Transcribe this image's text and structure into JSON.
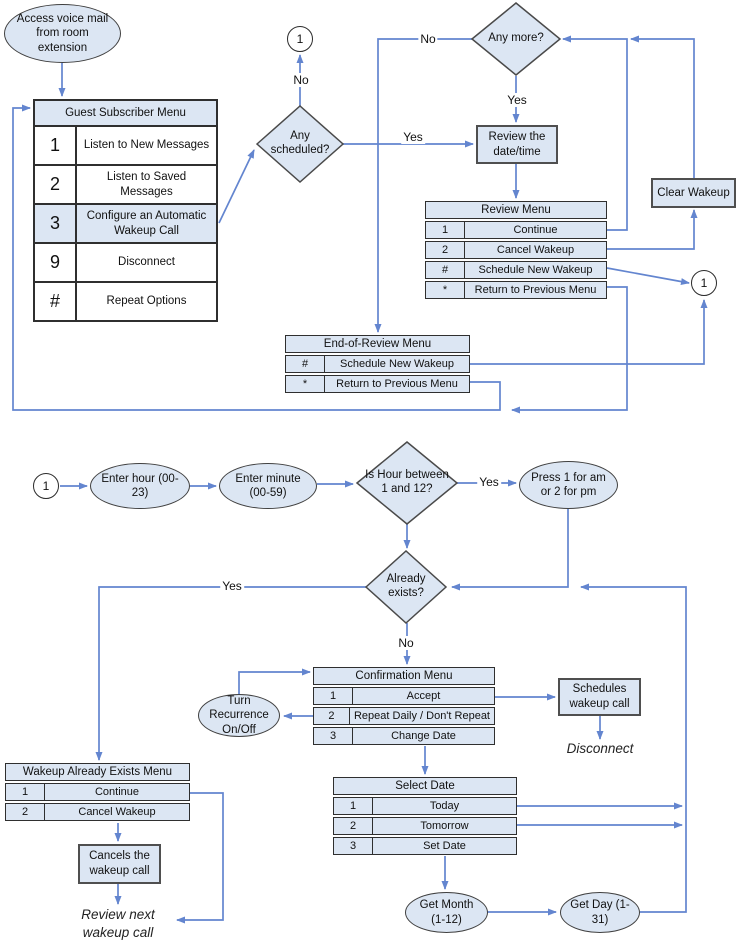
{
  "colors": {
    "connector_line": "#6385cf",
    "shape_fill": "#dce6f3",
    "shape_border": "#4a4a4a",
    "table_border": "#2f2f2f",
    "background": "#ffffff"
  },
  "nodes": {
    "start": "Access voice mail from room extension",
    "any_scheduled": "Any scheduled?",
    "any_more": "Any more?",
    "review_date": "Review the date/time",
    "clear_wakeup": "Clear Wakeup",
    "enter_hour": "Enter hour (00-23)",
    "enter_minute": "Enter minute (00-59)",
    "is_hour": "Is Hour between 1 and 12?",
    "press_ampm": "Press 1 for am or 2 for pm",
    "already_exists": "Already exists?",
    "turn_recurrence": "Turn Recurrence On/Off",
    "schedules_wakeup": "Schedules wakeup call",
    "disconnect": "Disconnect",
    "cancels_wakeup": "Cancels the wakeup call",
    "review_next": "Review next wakeup call",
    "get_month": "Get Month (1-12)",
    "get_day": "Get Day (1-31)",
    "connector_label": "1"
  },
  "edge_labels": {
    "yes": "Yes",
    "no": "No"
  },
  "menus": {
    "guest": {
      "title": "Guest Subscriber Menu",
      "rows": [
        {
          "key": "1",
          "label": "Listen to New Messages",
          "highlighted": false
        },
        {
          "key": "2",
          "label": "Listen to Saved Messages",
          "highlighted": false
        },
        {
          "key": "3",
          "label": "Configure an Automatic Wakeup Call",
          "highlighted": true
        },
        {
          "key": "9",
          "label": "Disconnect",
          "highlighted": false
        },
        {
          "key": "#",
          "label": "Repeat Options",
          "highlighted": false
        }
      ]
    },
    "review": {
      "title": "Review Menu",
      "rows": [
        {
          "key": "1",
          "label": "Continue"
        },
        {
          "key": "2",
          "label": "Cancel Wakeup"
        },
        {
          "key": "#",
          "label": "Schedule New Wakeup"
        },
        {
          "key": "*",
          "label": "Return to Previous Menu"
        }
      ]
    },
    "end_of_review": {
      "title": "End-of-Review Menu",
      "rows": [
        {
          "key": "#",
          "label": "Schedule New Wakeup"
        },
        {
          "key": "*",
          "label": "Return to Previous Menu"
        }
      ]
    },
    "confirmation": {
      "title": "Confirmation Menu",
      "rows": [
        {
          "key": "1",
          "label": "Accept"
        },
        {
          "key": "2",
          "label": "Repeat Daily / Don't Repeat"
        },
        {
          "key": "3",
          "label": "Change Date"
        }
      ]
    },
    "select_date": {
      "title": "Select Date",
      "rows": [
        {
          "key": "1",
          "label": "Today"
        },
        {
          "key": "2",
          "label": "Tomorrow"
        },
        {
          "key": "3",
          "label": "Set Date"
        }
      ]
    },
    "wakeup_exists": {
      "title": "Wakeup Already Exists Menu",
      "rows": [
        {
          "key": "1",
          "label": "Continue"
        },
        {
          "key": "2",
          "label": "Cancel Wakeup"
        }
      ]
    }
  }
}
